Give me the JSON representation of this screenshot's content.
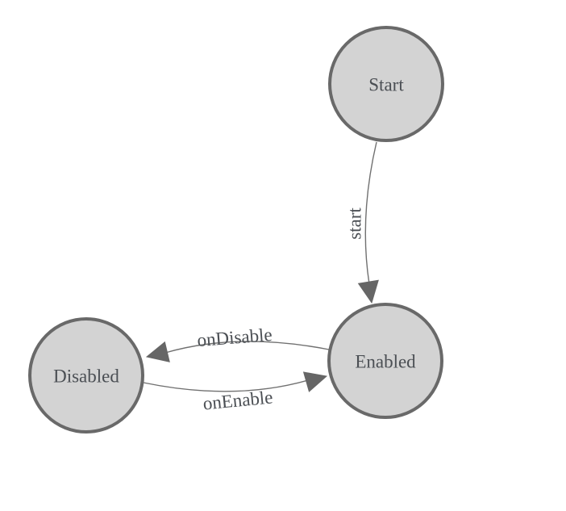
{
  "colors": {
    "background": "#ffffff",
    "node_fill": "#d3d3d3",
    "node_stroke": "#696969",
    "edge_stroke": "#707070",
    "arrow_fill": "#666666",
    "label_text": "#4b4f54"
  },
  "nodes": [
    {
      "id": "start",
      "label": "Start"
    },
    {
      "id": "enabled",
      "label": "Enabled"
    },
    {
      "id": "disabled",
      "label": "Disabled"
    }
  ],
  "edges": [
    {
      "from": "Start",
      "to": "Enabled",
      "label": "start"
    },
    {
      "from": "Enabled",
      "to": "Disabled",
      "label": "onDisable"
    },
    {
      "from": "Disabled",
      "to": "Enabled",
      "label": "onEnable"
    }
  ]
}
